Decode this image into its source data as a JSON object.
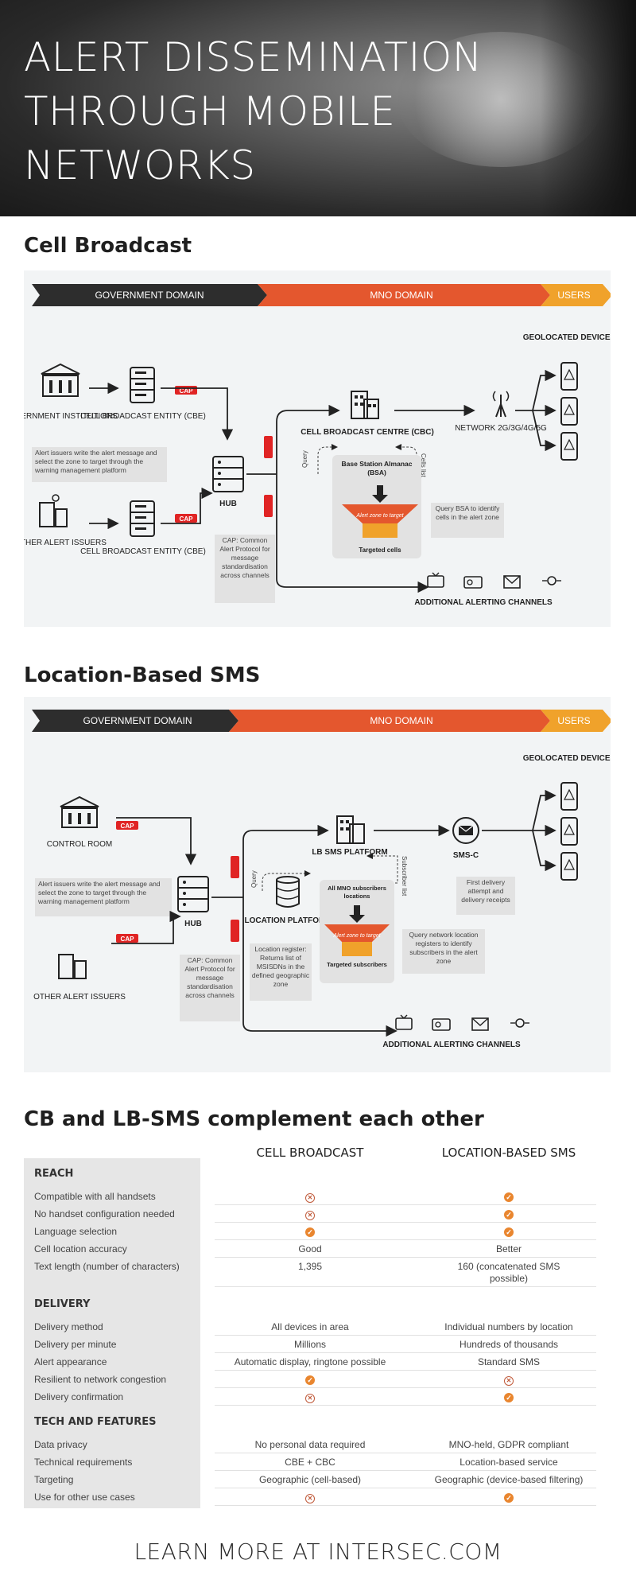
{
  "hero": {
    "title": "ALERT DISSEMINATION THROUGH MOBILE NETWORKS"
  },
  "colors": {
    "dark": "#2d2d2d",
    "orange": "#e4572e",
    "amber": "#f0a22b",
    "red": "#e02424",
    "panel": "#f2f4f5"
  },
  "cell_broadcast": {
    "title": "Cell Broadcast",
    "band": {
      "gov": "GOVERNMENT DOMAIN",
      "mno": "MNO DOMAIN",
      "users": "USERS"
    },
    "gov_institutions": "GOVERNMENT INSTITUTIONS",
    "cbe_top": "CELL BROADCAST ENTITY (CBE)",
    "cbe_bottom": "CELL BROADCAST ENTITY (CBE)",
    "other_issuers": "OTHER ALERT ISSUERS",
    "issuer_note": "Alert issuers write the alert message and select the zone to target through the warning management platform",
    "cap_tag": "CAP",
    "hub": "HUB",
    "cap_note": "CAP: Common Alert Protocol for message standardisation across channels",
    "cbc": "CELL BROADCAST CENTRE (CBC)",
    "query": "Query",
    "cells_list": "Cells list",
    "bsa": "Base Station Almanac (BSA)",
    "alert_zone": "Alert zone to target",
    "targeted": "Targeted cells",
    "bsa_note": "Query BSA to identify cells in the alert zone",
    "network": "NETWORK 2G/3G/4G/5G",
    "geo_devices": "GEOLOCATED DEVICES",
    "additional": "ADDITIONAL ALERTING CHANNELS"
  },
  "lb_sms": {
    "title": "Location-Based SMS",
    "band": {
      "gov": "GOVERNMENT DOMAIN",
      "mno": "MNO DOMAIN",
      "users": "USERS"
    },
    "control_room": "CONTROL ROOM",
    "other_issuers": "OTHER ALERT ISSUERS",
    "issuer_note": "Alert issuers write the alert message and select the zone to target through the warning management platform",
    "cap_tag": "CAP",
    "hub": "HUB",
    "cap_note": "CAP: Common Alert Protocol for message standardisation across channels",
    "lb_platform": "LB SMS PLATFORM",
    "location_platform": "LOCATION PLATFORM",
    "location_note": "Location register: Returns list of MSISDNs in the defined geographic zone",
    "query": "Query",
    "subscriber_list": "Subscriber list",
    "all_mno": "All MNO subscribers locations",
    "alert_zone": "Alert zone to target",
    "targeted": "Targeted subscribers",
    "query_note": "Query network location registers to identify subscribers in the alert zone",
    "smsc": "SMS-C",
    "smsc_note": "First delivery attempt and delivery receipts",
    "geo_devices": "GEOLOCATED DEVICES",
    "additional": "ADDITIONAL ALERTING CHANNELS"
  },
  "comparison": {
    "title": "CB and LB-SMS complement each other",
    "col1": "CELL BROADCAST",
    "col2": "LOCATION-BASED SMS",
    "categories": [
      {
        "name": "REACH",
        "rows": [
          {
            "label": "Compatible with all handsets",
            "cb": "no",
            "sms": "ok"
          },
          {
            "label": "No handset configuration needed",
            "cb": "no",
            "sms": "ok"
          },
          {
            "label": "Language selection",
            "cb": "ok",
            "sms": "ok"
          },
          {
            "label": "Cell location accuracy",
            "cb": "Good",
            "sms": "Better"
          },
          {
            "label": "Text length (number of characters)",
            "cb": "1,395",
            "sms": "160 (concatenated SMS possible)"
          }
        ]
      },
      {
        "name": "DELIVERY",
        "rows": [
          {
            "label": "Delivery method",
            "cb": "All devices in area",
            "sms": "Individual numbers by location"
          },
          {
            "label": "Delivery per minute",
            "cb": "Millions",
            "sms": "Hundreds of thousands"
          },
          {
            "label": "Alert appearance",
            "cb": "Automatic display, ringtone possible",
            "sms": "Standard SMS"
          },
          {
            "label": "Resilient to network congestion",
            "cb": "ok",
            "sms": "no"
          },
          {
            "label": "Delivery confirmation",
            "cb": "no",
            "sms": "ok"
          }
        ]
      },
      {
        "name": "TECH AND FEATURES",
        "rows": [
          {
            "label": "Data privacy",
            "cb": "No personal data required",
            "sms": "MNO-held, GDPR compliant"
          },
          {
            "label": "Technical requirements",
            "cb": "CBE + CBC",
            "sms": "Location-based service"
          },
          {
            "label": "Targeting",
            "cb": "Geographic (cell-based)",
            "sms": "Geographic (device-based filtering)"
          },
          {
            "label": "Use for other use cases",
            "cb": "no",
            "sms": "ok"
          }
        ]
      }
    ]
  },
  "footer": "LEARN MORE AT INTERSEC.COM"
}
